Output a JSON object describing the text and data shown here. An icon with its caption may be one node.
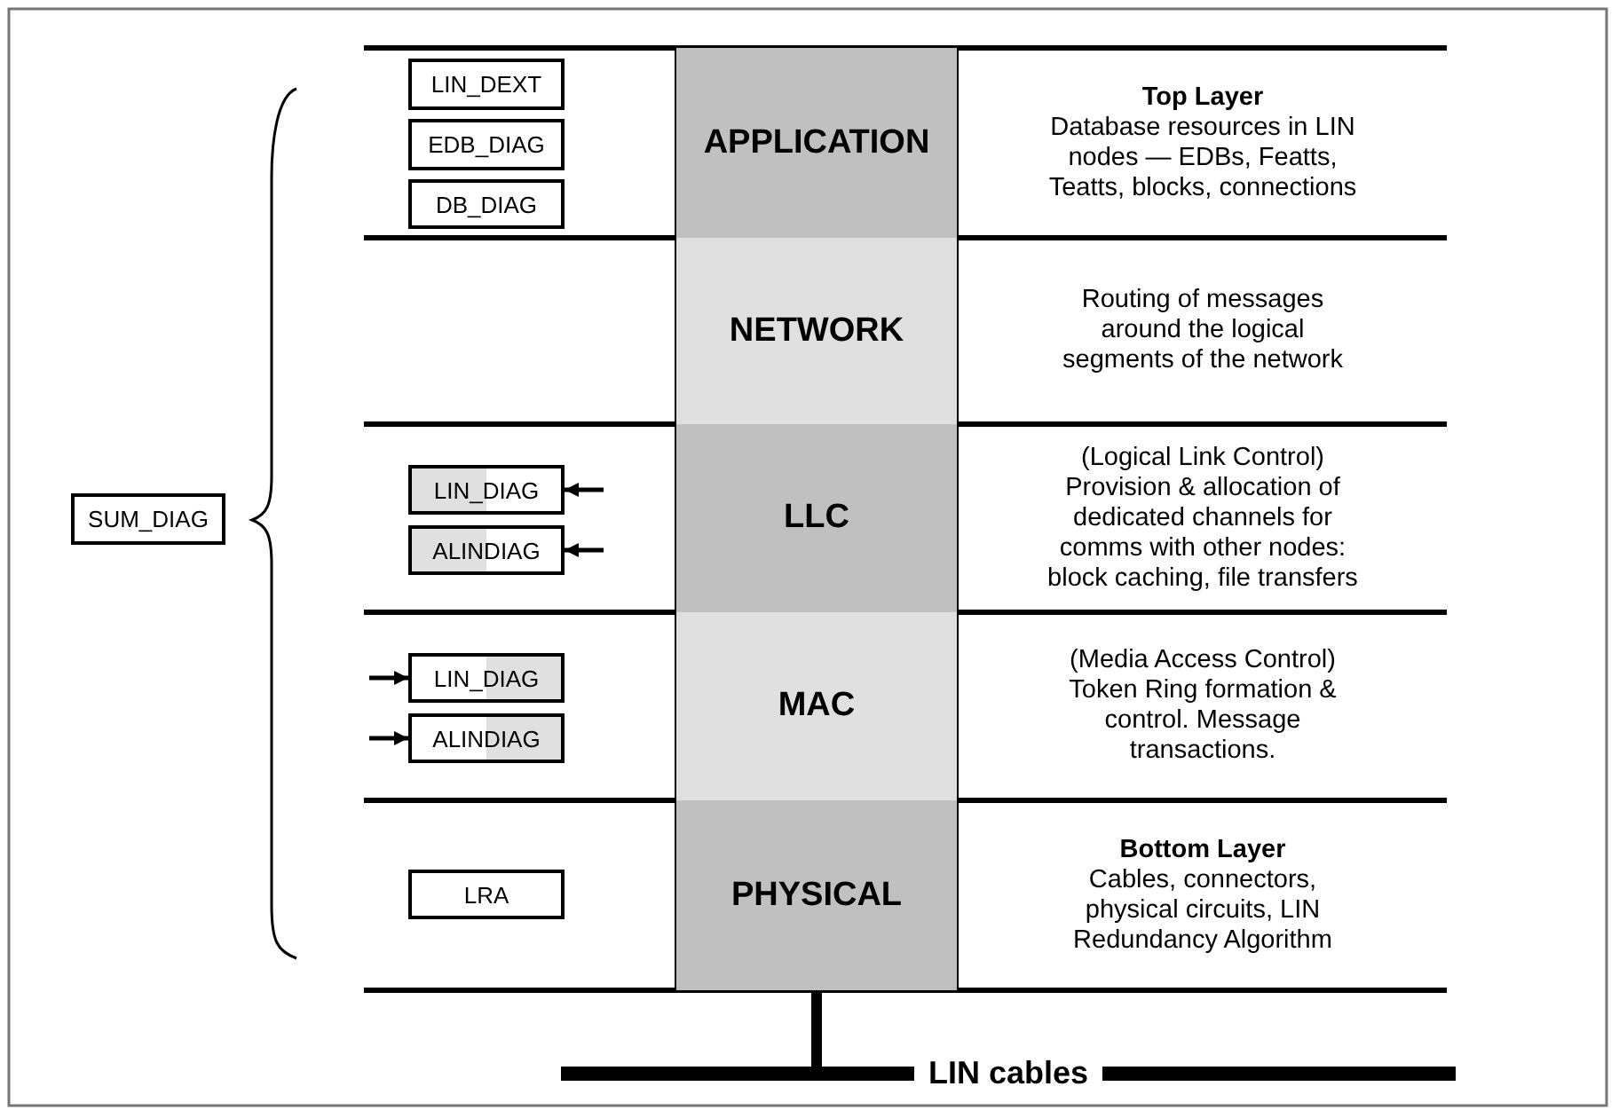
{
  "diagram": {
    "nodes": [
      {
        "text": [
          "SUM_DIAG"
        ]
      },
      {
        "text": [
          "LIN_DEXT"
        ]
      },
      {
        "text": [
          "EDB_DIAG"
        ]
      },
      {
        "text": [
          "DB_DIAG"
        ]
      },
      {
        "text": [
          "APPLICATION"
        ]
      },
      {
        "text": [
          "Top Layer",
          "Database resources in LIN nodes — EDBs, Featts, Teatts, blocks, connections"
        ]
      },
      {
        "text": [
          "NETWORK"
        ]
      },
      {
        "text": [
          "Routing of messages around the logical segments of the network"
        ]
      },
      {
        "text": [
          "LIN_DIAG"
        ]
      },
      {
        "text": [
          "ALINDIAG"
        ]
      },
      {
        "text": [
          "LLC"
        ]
      },
      {
        "text": [
          "(Logical Link Control) Provision & allocation of dedicated channels for comms with other nodes: block caching, file transfers"
        ]
      },
      {
        "text": [
          "LIN_DIAG"
        ]
      },
      {
        "text": [
          "ALINDIAG"
        ]
      },
      {
        "text": [
          "MAC"
        ]
      },
      {
        "text": [
          "(Media Access Control) Token Ring formation & control.  Message transactions."
        ]
      },
      {
        "text": [
          "LRA"
        ]
      },
      {
        "text": [
          "PHYSICAL"
        ]
      },
      {
        "text": [
          "Bottom Layer",
          "Cables, connectors, physical circuits, LIN Redundancy Algorithm"
        ]
      },
      {
        "text": [
          "LIN cables"
        ]
      }
    ],
    "edges": [
      {
        "from": null,
        "to": 8,
        "arrow": "to"
      },
      {
        "from": null,
        "to": 9,
        "arrow": "to"
      },
      {
        "from": null,
        "to": 12,
        "arrow": "to"
      },
      {
        "from": null,
        "to": 13,
        "arrow": "to"
      },
      {
        "from": 17,
        "to": 19,
        "arrow": "none",
        "style": "thick"
      }
    ]
  }
}
